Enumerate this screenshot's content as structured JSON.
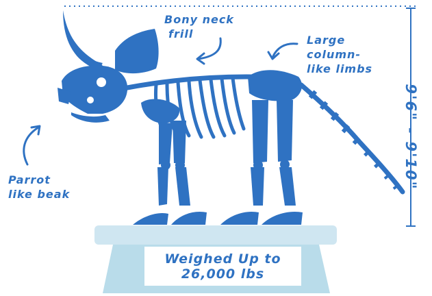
{
  "labels": {
    "neck_frill": [
      "Bony neck",
      "frill"
    ],
    "limbs": [
      "Large",
      "column-",
      "like limbs"
    ],
    "beak": [
      "Parrot",
      "like beak"
    ]
  },
  "height": "9'6\" - 9'10\"",
  "weight": [
    "Weighed Up to",
    "26,000 lbs"
  ],
  "colors": {
    "primary": "#2f72c2",
    "scale_light": "#cfe6f1",
    "scale_mid": "#b9dcea",
    "background": "#ffffff"
  },
  "icons": [
    "triceratops-skeleton",
    "curved-arrow",
    "scale-platform"
  ]
}
